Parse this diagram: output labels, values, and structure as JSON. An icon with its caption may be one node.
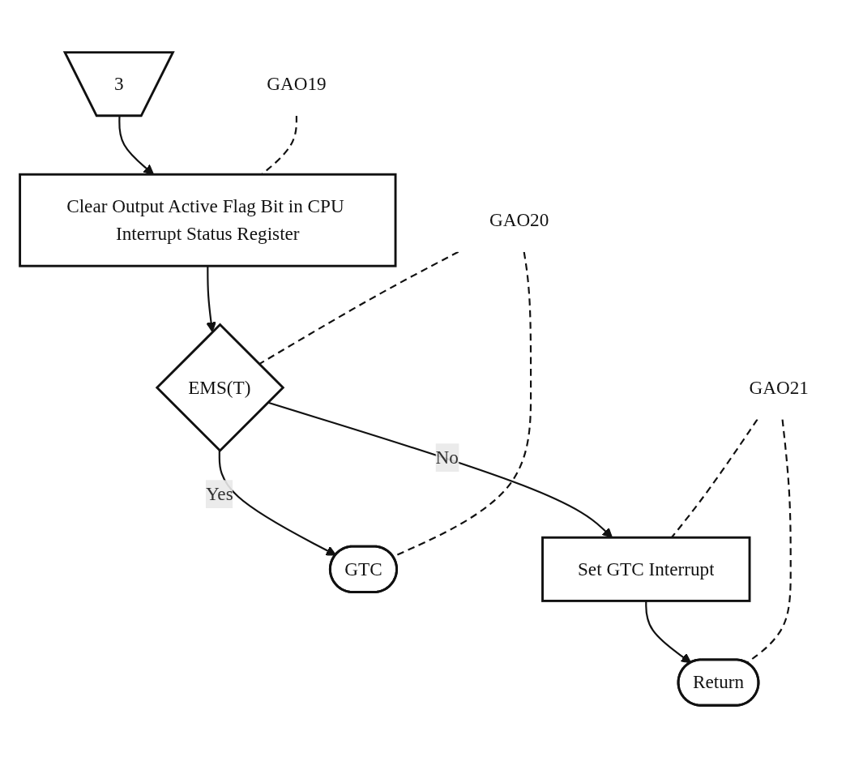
{
  "diagram": {
    "nodes": [
      {
        "text": [
          "3"
        ]
      },
      {
        "text": [
          "Clear Output Active Flag Bit in CPU Interrupt Status Register"
        ]
      },
      {
        "text": [
          "EMS(T)"
        ]
      },
      {
        "text": [
          "GTC"
        ]
      },
      {
        "text": [
          "Set GTC Interrupt"
        ]
      },
      {
        "text": [
          "Return"
        ]
      },
      {
        "text": [
          "GAO19"
        ]
      },
      {
        "text": [
          "GAO20"
        ]
      },
      {
        "text": [
          "GAO21"
        ]
      }
    ],
    "edges": [
      {
        "from": 0,
        "to": 1,
        "arrow": "to"
      },
      {
        "from": 1,
        "to": 2,
        "arrow": "to"
      },
      {
        "from": 2,
        "to": 3,
        "arrow": "to",
        "label": "Yes"
      },
      {
        "from": 2,
        "to": 4,
        "arrow": "to",
        "label": "No"
      },
      {
        "from": 4,
        "to": 5,
        "arrow": "to"
      },
      {
        "from": 6,
        "to": 1,
        "arrow": "none",
        "style": "dashed"
      },
      {
        "from": 7,
        "to": 2,
        "arrow": "none",
        "style": "dashed"
      },
      {
        "from": 7,
        "to": 3,
        "arrow": "none",
        "style": "dashed"
      },
      {
        "from": 8,
        "to": 4,
        "arrow": "none",
        "style": "dashed"
      },
      {
        "from": 8,
        "to": 5,
        "arrow": "none",
        "style": "dashed"
      }
    ]
  }
}
